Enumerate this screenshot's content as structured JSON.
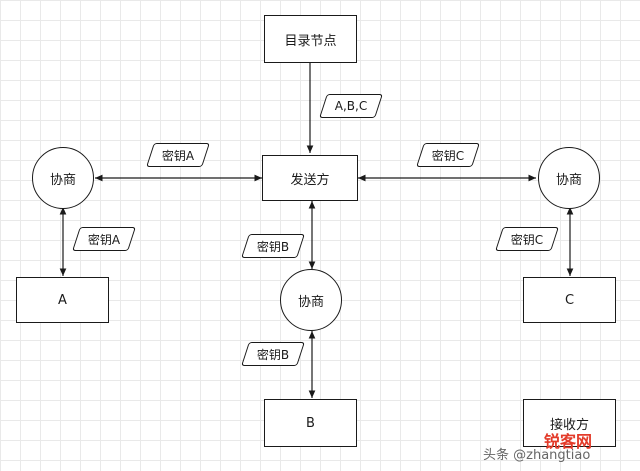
{
  "nodes": {
    "directory": "目录节点",
    "sender": "发送方",
    "negotiate_left": "协商",
    "negotiate_center": "协商",
    "negotiate_right": "协商",
    "a": "A",
    "b": "B",
    "c": "C",
    "receiver": "接收方"
  },
  "labels": {
    "abc": "A,B,C",
    "key_a_top": "密钥A",
    "key_a_side": "密钥A",
    "key_c_top": "密钥C",
    "key_c_side": "密钥C",
    "key_b_upper": "密钥B",
    "key_b_lower": "密钥B"
  },
  "watermark": {
    "text": "头条 @zhangtiao",
    "logo": "锐客网"
  }
}
